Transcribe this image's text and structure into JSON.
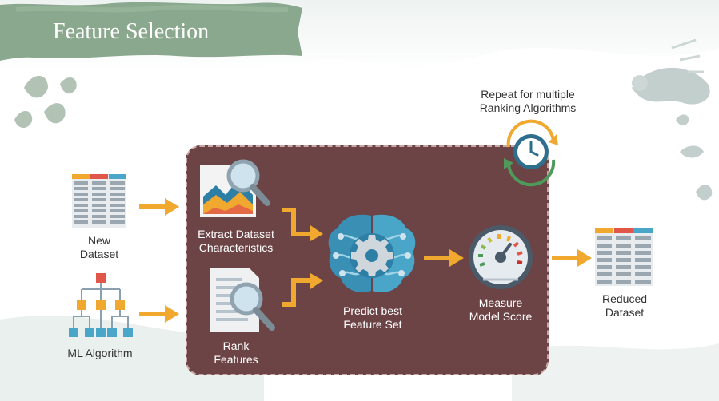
{
  "title": "Feature Selection",
  "repeat_note": [
    "Repeat for multiple",
    "Ranking Algorithms"
  ],
  "inputs": {
    "new_dataset": [
      "New",
      "Dataset"
    ],
    "ml_algorithm": "ML Algorithm"
  },
  "steps": {
    "extract": [
      "Extract Dataset",
      "Characteristics"
    ],
    "rank": [
      "Rank",
      "Features"
    ],
    "predict": [
      "Predict best",
      "Feature Set"
    ],
    "measure": [
      "Measure",
      "Model Score"
    ]
  },
  "output": [
    "Reduced",
    "Dataset"
  ],
  "colors": {
    "panel": "#6d4446",
    "arrow": "#f0a82e",
    "banner": "#8aa88d",
    "brain": "#3a8fb5",
    "table_header_orange": "#f0a82e",
    "table_header_red": "#e0574a",
    "table_header_blue": "#4aa6c9",
    "clock_green": "#4e9a5a"
  },
  "icons": [
    "new-dataset-table-icon",
    "ml-algorithm-tree-icon",
    "extract-chart-magnifier-icon",
    "rank-document-magnifier-icon",
    "brain-gear-icon",
    "gauge-icon",
    "repeat-clock-icon",
    "reduced-dataset-table-icon"
  ]
}
